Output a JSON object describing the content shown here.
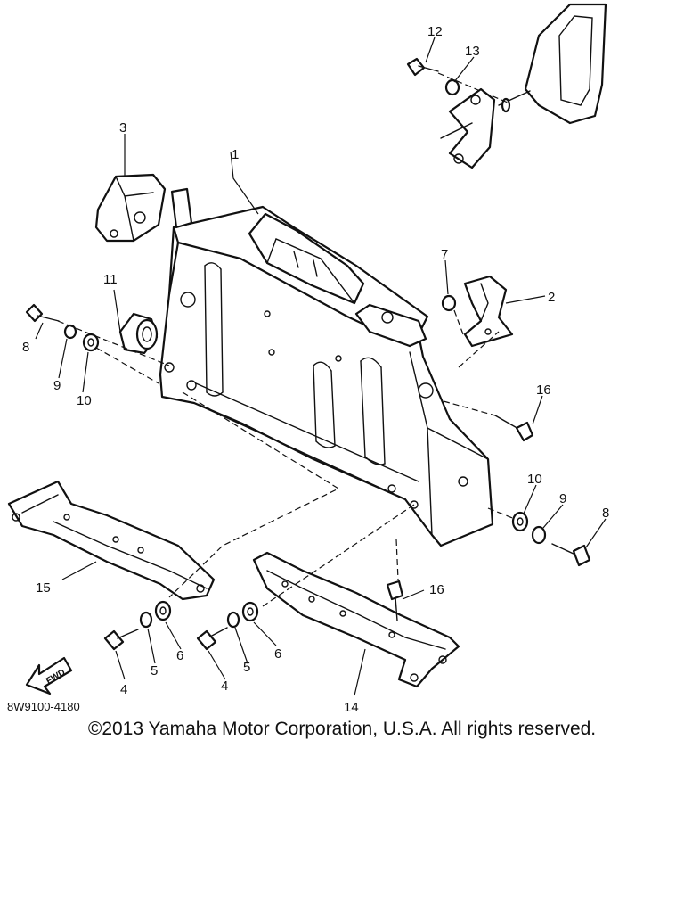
{
  "diagram": {
    "part_numbers": {
      "p1": "1",
      "p2": "2",
      "p3": "3",
      "p4a": "4",
      "p4b": "4",
      "p5a": "5",
      "p5b": "5",
      "p6a": "6",
      "p6b": "6",
      "p7": "7",
      "p8a": "8",
      "p8b": "8",
      "p9a": "9",
      "p9b": "9",
      "p10a": "10",
      "p10b": "10",
      "p11": "11",
      "p12": "12",
      "p13": "13",
      "p14": "14",
      "p15": "15",
      "p16a": "16",
      "p16b": "16"
    },
    "drawing_code": "8W9100-4180",
    "forward_label": "FWD"
  },
  "footer": {
    "copyright": "©2013 Yamaha Motor Corporation, U.S.A. All rights reserved."
  }
}
